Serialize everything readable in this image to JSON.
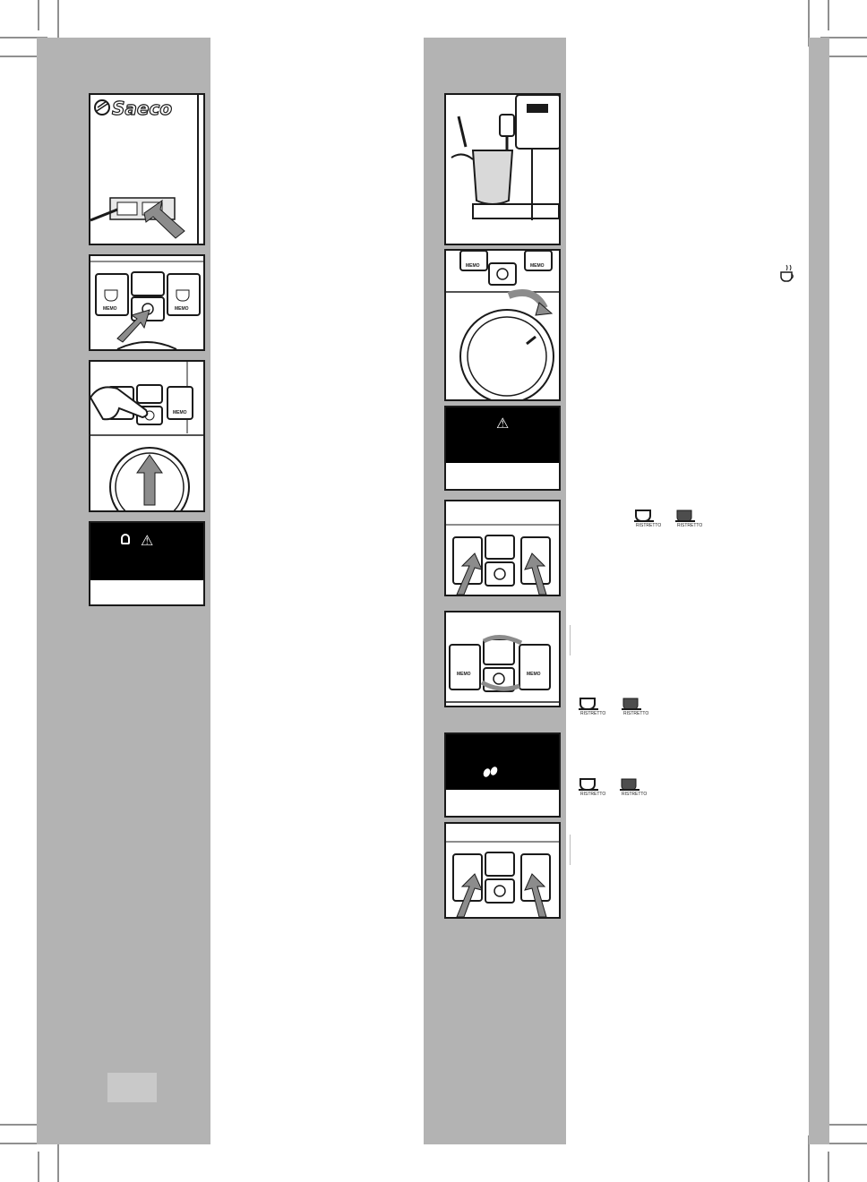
{
  "page": {
    "background": "#ffffff",
    "column_color": "#b3b3b3",
    "page_number_box_color": "#c9c9c9"
  },
  "figures": {
    "logo_panel": {
      "brand": "Saeco"
    },
    "button_labels": {
      "memo": "MEMO"
    },
    "warning_symbol": "⚠",
    "cup_caption": "RISTRETTO",
    "beans_symbol": "bean-icon"
  },
  "colors": {
    "ink": "#1a1a1a",
    "arrow": "#8c8c8c",
    "display_black": "#000000"
  }
}
